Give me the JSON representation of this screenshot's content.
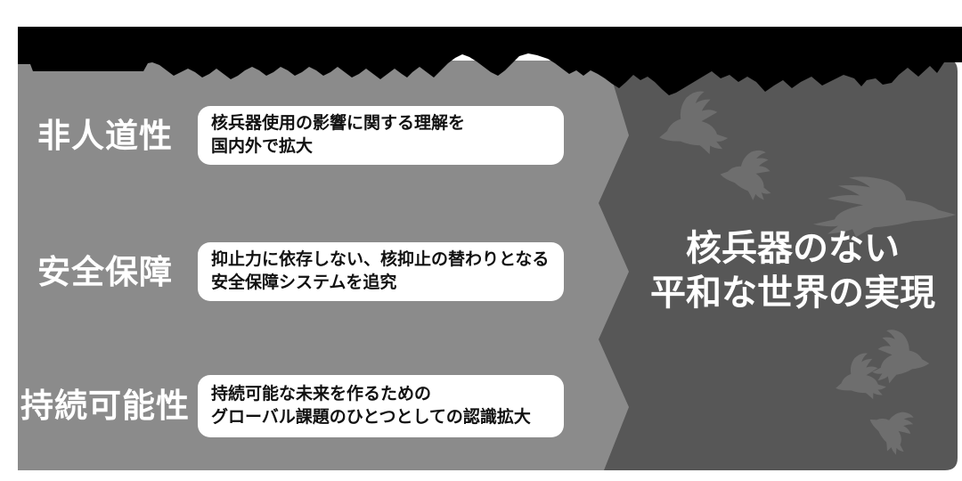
{
  "colors": {
    "header_bar": "#000000",
    "panel_light": "#8b8b8b",
    "panel_dark": "#575757",
    "dove": "#6e6e6e",
    "card_bg": "#ffffff",
    "card_text": "#111111",
    "label_text": "#ffffff",
    "goal_text": "#ffffff"
  },
  "rows": [
    {
      "label": "非人道性",
      "lines": [
        "核兵器使用の影響に関する理解を",
        "国内外で拡大"
      ]
    },
    {
      "label": "安全保障",
      "lines": [
        "抑止力に依存しない、核抑止の替わりとなる",
        "安全保障システムを追究"
      ]
    },
    {
      "label": "持続可能性",
      "lines": [
        "持続可能な未来を作るための",
        "グローバル課題のひとつとしての認識拡大"
      ]
    }
  ],
  "goal": {
    "lines": [
      "核兵器のない",
      "平和な世界の実現"
    ]
  },
  "icons": {
    "dove": "dove-icon"
  }
}
